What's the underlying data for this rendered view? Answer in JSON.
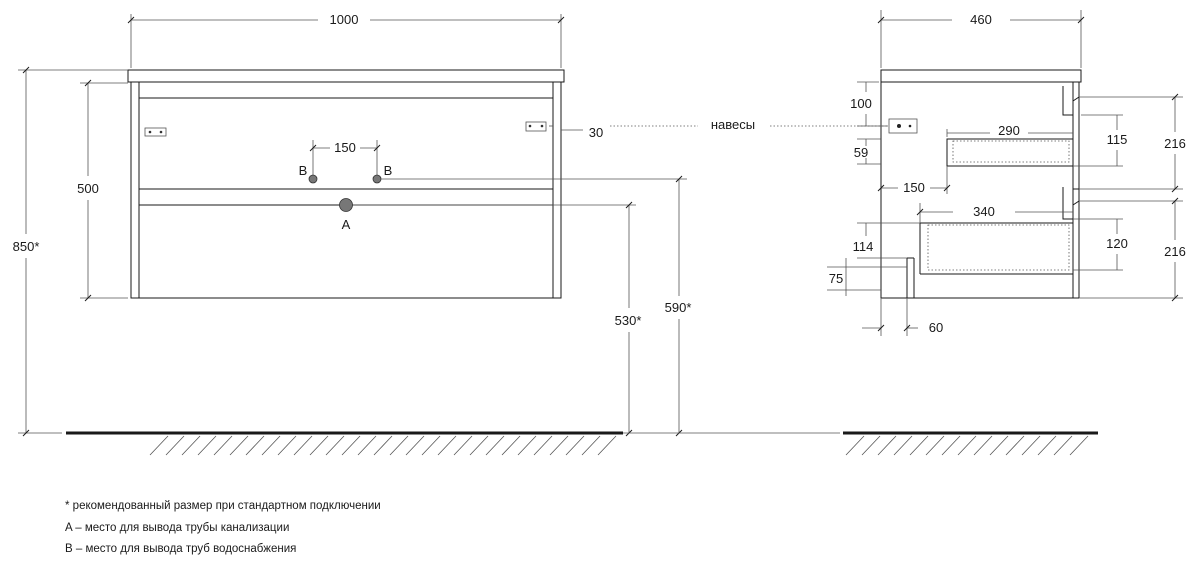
{
  "front_view": {
    "width": "1000",
    "height_total": "850*",
    "height_body": "500",
    "pipe_spacing": "150",
    "pipe_b_left": "B",
    "pipe_b_right": "B",
    "pipe_a": "A",
    "hinge_offset": "30",
    "hinges_label": "навесы",
    "height_530": "530*",
    "height_590": "590*"
  },
  "side_view": {
    "depth": "460",
    "top_offset": "100",
    "hinge_height": "59",
    "drawer1_depth": "290",
    "drawer1_height": "115",
    "drawer1_front": "216",
    "offset_150": "150",
    "drawer2_depth": "340",
    "drawer2_height": "120",
    "drawer2_front": "216",
    "dim_114": "114",
    "dim_75": "75",
    "dim_60": "60"
  },
  "notes": [
    "* рекомендованный размер при стандартном подключении",
    "A – место для вывода трубы канализации",
    "B – место для вывода труб водоснабжения"
  ]
}
